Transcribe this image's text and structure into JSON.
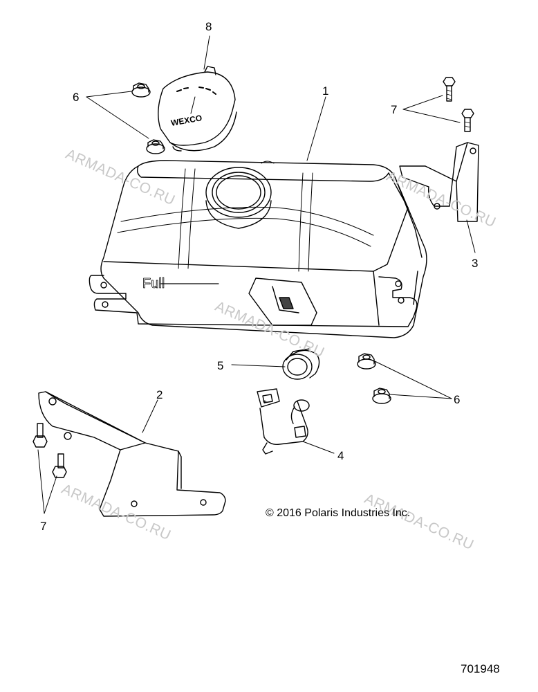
{
  "callouts": {
    "c1": "1",
    "c2": "2",
    "c3": "3",
    "c4": "4",
    "c5": "5",
    "c6a": "6",
    "c6b": "6",
    "c7a": "7",
    "c7b": "7",
    "c8": "8"
  },
  "tank": {
    "fill_mark": "Full"
  },
  "cap": {
    "brand": "WEXCO"
  },
  "sensor": {
    "symbol": "+"
  },
  "watermark": "ARMADA-CO.RU",
  "copyright": "© 2016 Polaris Industries Inc.",
  "drawing_number": "701948",
  "colors": {
    "line": "#000000",
    "watermark": "#c8c8c8",
    "background": "#ffffff"
  }
}
